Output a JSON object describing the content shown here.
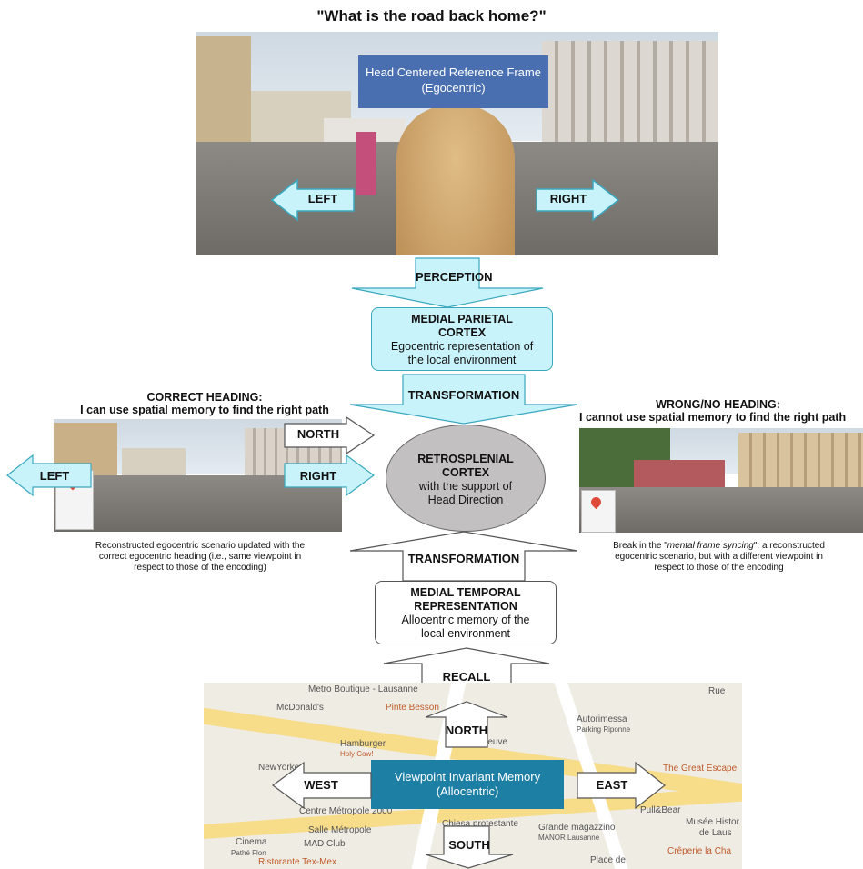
{
  "title": "\"What is the road back home?\"",
  "top_photo": {
    "label_line1": "Head Centered Reference Frame",
    "label_line2": "(Egocentric)",
    "left": "LEFT",
    "right": "RIGHT"
  },
  "perception": "PERCEPTION",
  "parietal": {
    "title_line1": "MEDIAL PARIETAL",
    "title_line2": "CORTEX",
    "desc_line1": "Egocentric representation of",
    "desc_line2": "the local environment"
  },
  "transformation_top": "TRANSFORMATION",
  "correct": {
    "heading_line1": "CORRECT HEADING:",
    "heading_line2": "I can use spatial memory to find the right path",
    "north": "NORTH",
    "left": "LEFT",
    "right": "RIGHT",
    "caption_line1": "Reconstructed egocentric scenario updated with the",
    "caption_line2": "correct egocentric heading (i.e., same viewpoint in",
    "caption_line3": "respect to those of the encoding)"
  },
  "retrosplenial": {
    "line1": "RETROSPLENIAL",
    "line2": "CORTEX",
    "line3": "with the support of",
    "line4": "Head Direction"
  },
  "wrong": {
    "heading_line1": "WRONG/NO HEADING:",
    "heading_line2": "I cannot use spatial memory to find the right path",
    "caption_line1_pre": "Break in the \"",
    "caption_line1_em": "mental frame syncing",
    "caption_line1_post": "\": a reconstructed",
    "caption_line2": "egocentric scenario, but with a different viewpoint in",
    "caption_line3": "respect to those of the encoding"
  },
  "transformation_bottom": "TRANSFORMATION",
  "temporal": {
    "title_line1": "MEDIAL TEMPORAL",
    "title_line2": "REPRESENTATION",
    "desc_line1": "Allocentric memory of the",
    "desc_line2": "local environment"
  },
  "recall": "RECALL",
  "map": {
    "north": "NORTH",
    "west": "WEST",
    "east": "EAST",
    "south": "SOUTH",
    "label_line1": "Viewpoint Invariant Memory",
    "label_line2": "(Allocentric)",
    "places": [
      "Metro Boutique - Lausanne",
      "McDonald's",
      "Pinte Besson",
      "Rue Neuve",
      "Autorimessa",
      "Parking Riponne",
      "Hamburger",
      "Holy Cow!",
      "NewYorker",
      "Centre Métropole 2000",
      "Salle Métropole",
      "MAD Club",
      "Cinema",
      "Pathé Flon",
      "Chiesa protestante",
      "Grande magazzino",
      "MANOR Lausanne",
      "The Great Escape",
      "Pull&Bear",
      "Musée Histor",
      "de Laus",
      "Crêperie la Cha",
      "Ristorante Tex-Mex",
      "Place de",
      "Rue"
    ]
  },
  "colors": {
    "cyan_fill": "#c9f3fa",
    "blue_label": "#4a6fb0",
    "teal_label": "#1e7fa5",
    "ellipse": "#c2c0c0"
  }
}
